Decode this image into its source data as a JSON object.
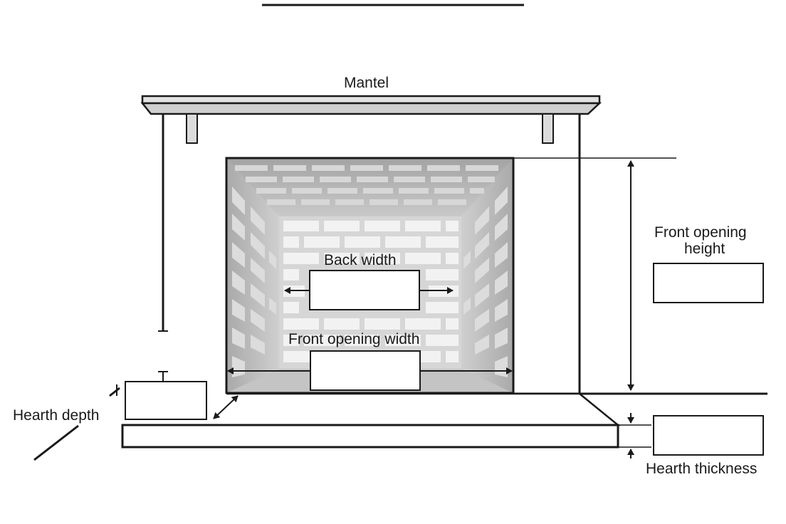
{
  "labels": {
    "mantel": "Mantel",
    "back_width": "Back width",
    "front_opening_width": "Front opening width",
    "front_opening_height_line1": "Front opening",
    "front_opening_height_line2": "height",
    "hearth_depth": "Hearth depth",
    "hearth_thickness": "Hearth thickness"
  },
  "inputs": {
    "back_width": "",
    "front_opening_width": "",
    "front_opening_height": "",
    "hearth_depth": "",
    "hearth_thickness": ""
  },
  "colors": {
    "line": "#1a1a1a",
    "firebox_shade": "#b8b8b8",
    "brick_light": "#f2f2f2",
    "mantel_fill": "#d9d9d9"
  }
}
